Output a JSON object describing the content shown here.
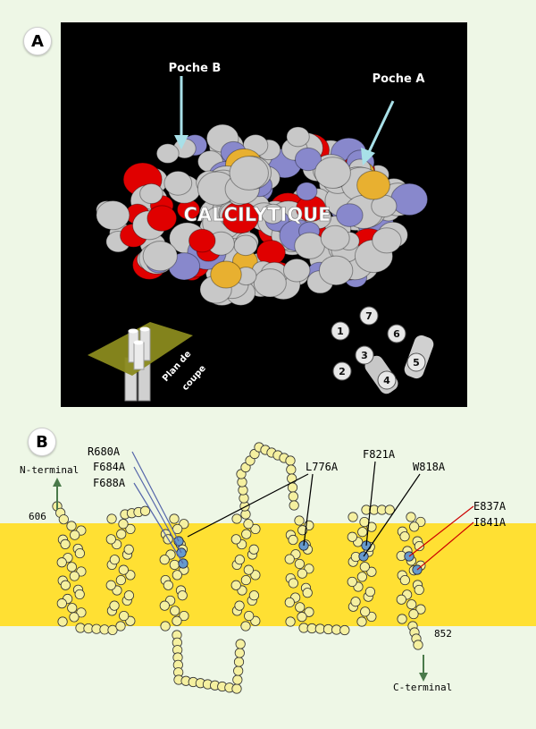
{
  "panel_a": {
    "label": "A",
    "pocket_b": "Poche B",
    "pocket_a": "Poche A",
    "center_label": "CALCILYTIQUE",
    "cut_plane_line1": "Plan de",
    "cut_plane_line2": "coupe",
    "helix_numbers": [
      "1",
      "2",
      "3",
      "4",
      "5",
      "6",
      "7"
    ],
    "colors": {
      "background": "#000000",
      "atom_grey": "#c8c8c8",
      "oxygen": "#e00000",
      "nitrogen": "#8888cc",
      "sulfur": "#e8b030",
      "arrow": "#a8e0e8",
      "plane": "#8a8a1e"
    }
  },
  "panel_b": {
    "label": "B",
    "n_terminal": "N-terminal",
    "c_terminal": "C-terminal",
    "residue_start": "606",
    "residue_end": "852",
    "mutations": [
      "R680A",
      "F684A",
      "F688A",
      "L776A",
      "F821A",
      "W818A",
      "E837A",
      "I841A"
    ],
    "colors": {
      "membrane": "#ffe033",
      "residue_fill": "#f5f0a0",
      "mutated_fill": "#6699cc",
      "terminal_arrow": "#4a7a4a",
      "line_blue": "#5566aa",
      "line_black": "#000000",
      "line_red": "#cc0000"
    }
  }
}
